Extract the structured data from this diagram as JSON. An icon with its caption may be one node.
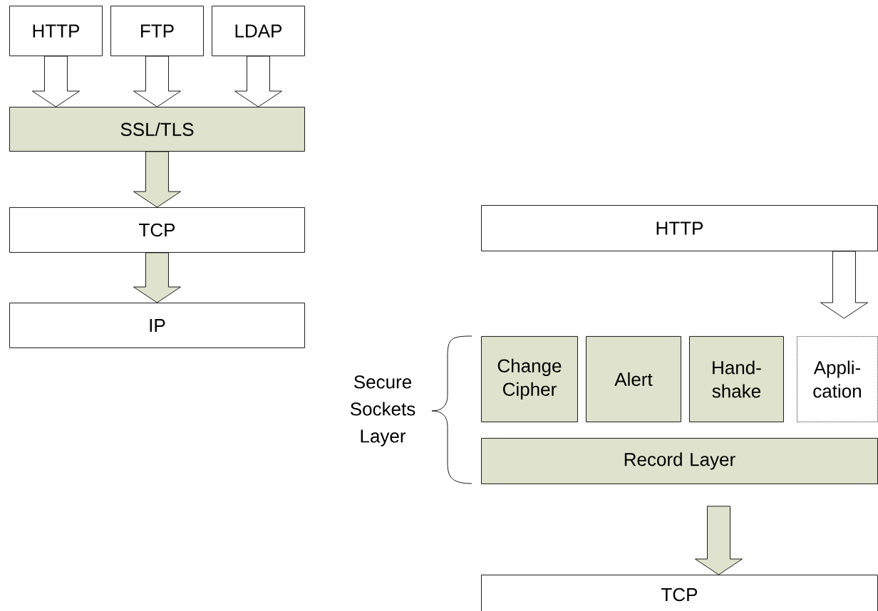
{
  "diagram": {
    "nodes": [
      {
        "text": [
          "HTTP"
        ]
      },
      {
        "text": [
          "FTP"
        ]
      },
      {
        "text": [
          "LDAP"
        ]
      },
      {
        "text": [
          "SSL/TLS"
        ]
      },
      {
        "text": [
          "TCP"
        ]
      },
      {
        "text": [
          "IP"
        ]
      },
      {
        "text": [
          "HTTP"
        ]
      },
      {
        "text": [
          "Change Cipher"
        ]
      },
      {
        "text": [
          "Alert"
        ]
      },
      {
        "text": [
          "Hand-shake"
        ]
      },
      {
        "text": [
          "Appli-cation"
        ]
      },
      {
        "text": [
          "Record Layer"
        ]
      },
      {
        "text": [
          "TCP"
        ]
      }
    ],
    "edges": [
      {
        "from": 0,
        "to": 3,
        "arrow": "to"
      },
      {
        "from": 1,
        "to": 3,
        "arrow": "to"
      },
      {
        "from": 2,
        "to": 3,
        "arrow": "to"
      },
      {
        "from": 3,
        "to": 4,
        "arrow": "to",
        "color": "#dfe2cc"
      },
      {
        "from": 4,
        "to": 5,
        "arrow": "to",
        "color": "#dfe2cc"
      },
      {
        "from": 6,
        "to": 10,
        "arrow": "to"
      },
      {
        "from": 11,
        "to": 12,
        "arrow": "to",
        "color": "#dfe2cc"
      }
    ],
    "labels": [
      "Secure Sockets Layer"
    ]
  }
}
